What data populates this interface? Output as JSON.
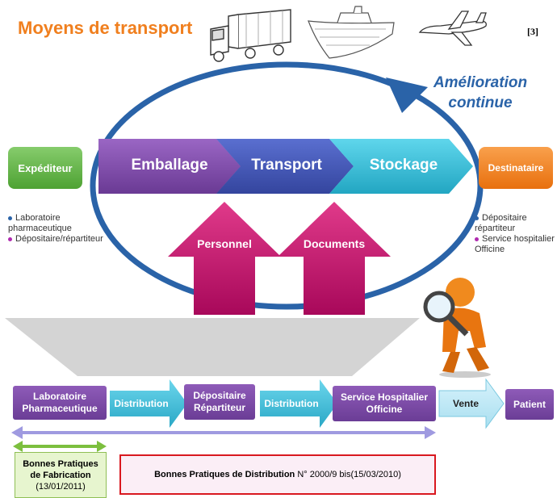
{
  "title": "Moyens de transport",
  "reference": "[3]",
  "improvement_label_line1": "Amélioration",
  "improvement_label_line2": "continue",
  "sender": {
    "label": "Expéditeur",
    "items": [
      "Laboratoire pharmaceutique",
      "Dépositaire/répartiteur"
    ]
  },
  "recipient": {
    "label": "Destinataire",
    "items": [
      "Dépositaire répartiteur",
      "Service hospitalier Officine"
    ]
  },
  "process_steps": [
    "Emballage",
    "Transport",
    "Stockage"
  ],
  "support_arrows": [
    "Personnel",
    "Documents"
  ],
  "chain": {
    "lab": [
      "Laboratoire",
      "Pharmaceutique"
    ],
    "distribution1": "Distribution",
    "depositaire": [
      "Dépositaire",
      "Répartiteur"
    ],
    "distribution2": "Distribution",
    "service": [
      "Service Hospitalier",
      "Officine"
    ],
    "vente": "Vente",
    "patient": "Patient"
  },
  "bpf": {
    "line1": "Bonnes Pratiques",
    "line2": "de Fabrication",
    "date": "(13/01/2011)"
  },
  "bpd": {
    "bold": "Bonnes Pratiques de Distribution",
    "rest": " N° 2000/9 bis(15/03/2010)"
  },
  "colors": {
    "title_orange": "#f07f1e",
    "cycle_blue": "#2a63a8",
    "purple": "#6b3d96",
    "cyan": "#3fc3dc",
    "magenta": "#c0116b",
    "green": "#4ea233",
    "orange": "#e8700e"
  },
  "icons": [
    "truck-icon",
    "ship-icon",
    "airplane-icon",
    "magnifier-figure-icon"
  ]
}
